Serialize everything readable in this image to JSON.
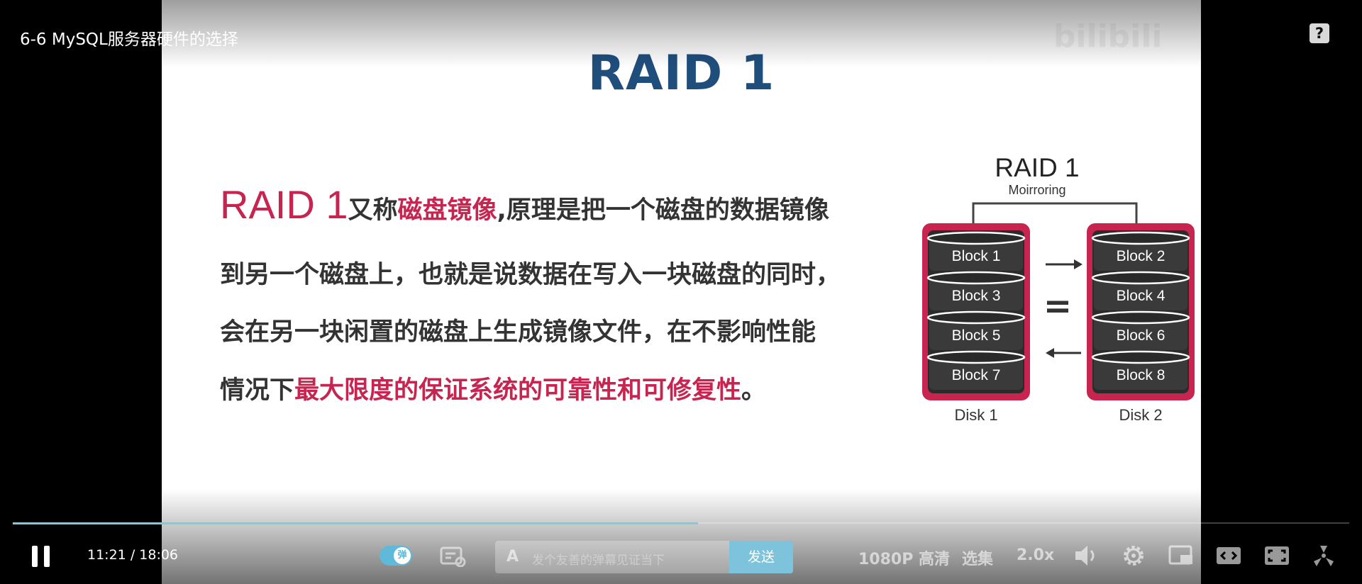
{
  "video": {
    "title": "6-6 MySQL服务器硬件的选择"
  },
  "slide": {
    "title": "RAID 1",
    "paragraph": {
      "line1": {
        "lead": "RAID 1",
        "text1": "又称",
        "highlight": "磁盘镜像",
        "text2": ",原理是把一个磁盘的数据镜像"
      },
      "line2": "到另一个磁盘上，也就是说数据在写入一块磁盘的同时，",
      "line3": "会在另一块闲置的磁盘上生成镜像文件，在不影响性能",
      "line4": {
        "text": "情况下",
        "highlight": "最大限度的保证系统的可靠性和可修复性",
        "end": "。"
      }
    },
    "diagram": {
      "title": "RAID 1",
      "subtitle": "Moirroring",
      "equals": "=",
      "disk1": {
        "label": "Disk 1",
        "blocks": [
          "Block 1",
          "Block 3",
          "Block 5",
          "Block 7"
        ]
      },
      "disk2": {
        "label": "Disk 2",
        "blocks": [
          "Block 2",
          "Block 4",
          "Block 6",
          "Block 8"
        ]
      }
    }
  },
  "player": {
    "help_label": "?",
    "progress_fraction": 0.513,
    "current_time": "11:21",
    "separator": "/",
    "duration": "18:06",
    "danmaku_toggle_label": "弹",
    "danmaku_input_icon": "A",
    "danmaku_placeholder": "发个友善的弹幕见证当下",
    "send_label": "发送",
    "quality": "1080P 高清",
    "episodes": "选集",
    "speed": "2.0x",
    "accent_color": "#00a1d6",
    "icons": [
      "pause-icon",
      "danmaku-settings-icon",
      "volume-icon",
      "settings-icon",
      "pip-icon",
      "widescreen-icon",
      "web-fullscreen-icon",
      "fullscreen-icon"
    ]
  }
}
